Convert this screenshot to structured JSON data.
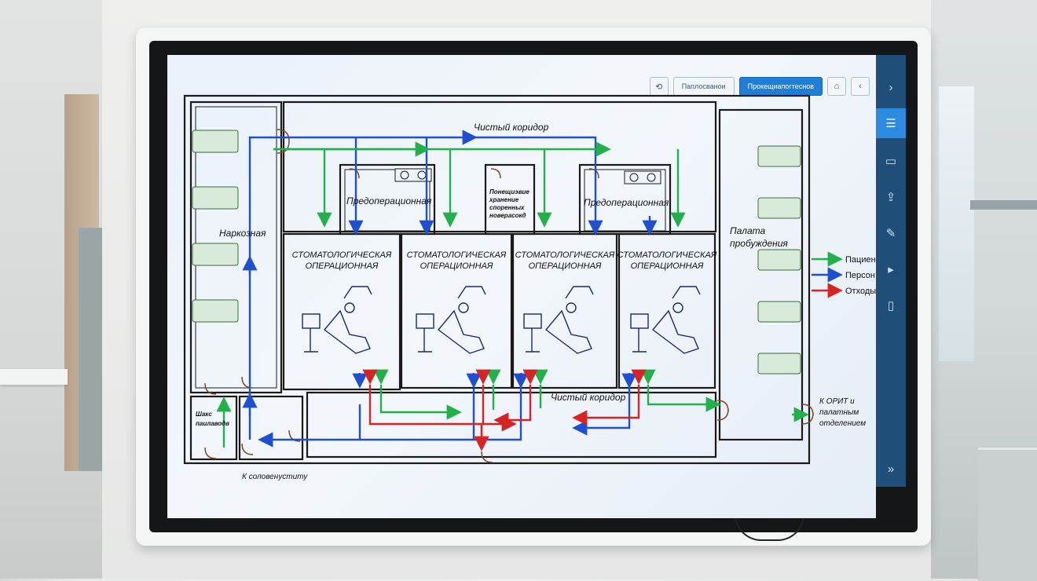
{
  "toolbar": {
    "history_label": "Паплосванои",
    "primary_label": "Прокещиапогтеснов"
  },
  "plan": {
    "clean_corridor_top": "Чистый коридор",
    "clean_corridor_bottom": "Чистый коридор",
    "preop_left": "Предоперационная",
    "preop_right": "Предоперационная",
    "storage_line1": "Понещиэвие",
    "storage_line2": "хранение",
    "storage_line3": "споренных",
    "storage_line4": "новерасокд",
    "anesthesia": "Наркозная",
    "recovery_line1": "Палата",
    "recovery_line2": "пробуждения",
    "or_line1": "СТОМАТОЛОГИЧЕСКАЯ",
    "or_line2": "ОПЕРАЦИОННАЯ",
    "shaft_line1": "Шакс",
    "shaft_line2": "паилаводв",
    "exit_bottom": "К соловенуститу",
    "orit_line1": "К ОРИТ и",
    "orit_line2": "палатным",
    "orit_line3": "отделением"
  },
  "legend": {
    "patients": "Пациен",
    "personnel": "Персон",
    "waste": "Отходы"
  },
  "colors": {
    "patients": "#22b04a",
    "personnel": "#1f4fd1",
    "waste": "#d62424",
    "sidebar": "#1f4f78",
    "sidebar_active": "#2a8be0",
    "primary_button": "#1f7fd8"
  },
  "icons": {
    "history": "history-icon",
    "lock": "lock-icon",
    "chevron_left": "chevron-left-icon",
    "chevron_right": "chevron-right-icon",
    "menu": "menu-icon",
    "chat": "chat-icon",
    "export": "export-icon",
    "edit": "edit-icon",
    "play": "play-icon",
    "layout": "layout-icon",
    "double_chevron": "double-chevron-icon"
  }
}
